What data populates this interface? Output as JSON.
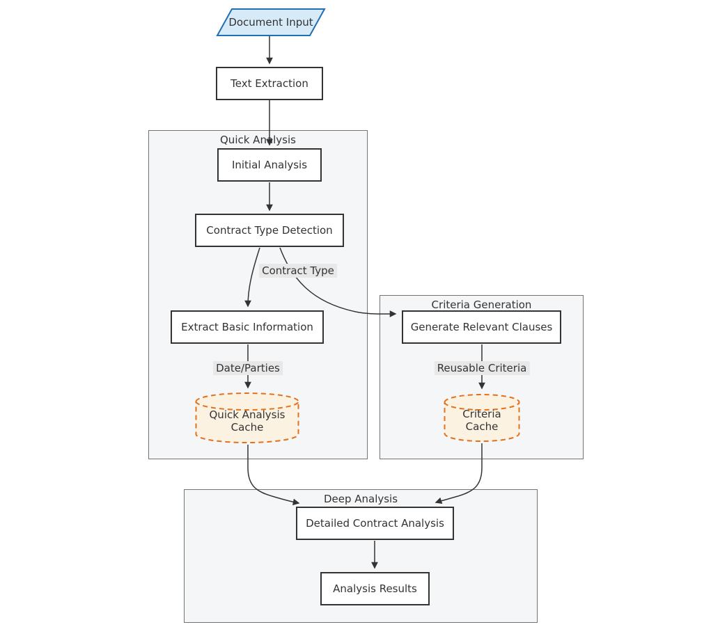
{
  "diagram": {
    "type": "flowchart",
    "nodes": {
      "document_input": {
        "label": "Document Input",
        "shape": "parallelogram"
      },
      "text_extraction": {
        "label": "Text Extraction",
        "shape": "rect"
      },
      "initial_analysis": {
        "label": "Initial Analysis",
        "shape": "rect"
      },
      "contract_type_detection": {
        "label": "Contract Type Detection",
        "shape": "rect"
      },
      "extract_basic_information": {
        "label": "Extract Basic Information",
        "shape": "rect"
      },
      "quick_analysis_cache": {
        "label": "Quick Analysis Cache",
        "shape": "cylinder"
      },
      "generate_relevant_clauses": {
        "label": "Generate Relevant Clauses",
        "shape": "rect"
      },
      "criteria_cache": {
        "label": "Criteria Cache",
        "shape": "cylinder"
      },
      "detailed_contract_analysis": {
        "label": "Detailed Contract Analysis",
        "shape": "rect"
      },
      "analysis_results": {
        "label": "Analysis Results",
        "shape": "rect"
      }
    },
    "subgraphs": {
      "quick_analysis": {
        "title": "Quick Analysis"
      },
      "criteria_generation": {
        "title": "Criteria Generation"
      },
      "deep_analysis": {
        "title": "Deep Analysis"
      }
    },
    "edges": [
      {
        "from": "document_input",
        "to": "text_extraction",
        "label": ""
      },
      {
        "from": "text_extraction",
        "to": "initial_analysis",
        "label": ""
      },
      {
        "from": "initial_analysis",
        "to": "contract_type_detection",
        "label": ""
      },
      {
        "from": "contract_type_detection",
        "to": "extract_basic_information",
        "label": ""
      },
      {
        "from": "contract_type_detection",
        "to": "generate_relevant_clauses",
        "label": "Contract Type"
      },
      {
        "from": "extract_basic_information",
        "to": "quick_analysis_cache",
        "label": "Date/Parties"
      },
      {
        "from": "generate_relevant_clauses",
        "to": "criteria_cache",
        "label": "Reusable Criteria"
      },
      {
        "from": "quick_analysis_cache",
        "to": "detailed_contract_analysis",
        "label": ""
      },
      {
        "from": "criteria_cache",
        "to": "detailed_contract_analysis",
        "label": ""
      },
      {
        "from": "detailed_contract_analysis",
        "to": "analysis_results",
        "label": ""
      }
    ],
    "colors": {
      "node_fill": "#ffffff",
      "node_border": "#333333",
      "input_fill": "#d7eaf8",
      "input_border": "#1f6fb2",
      "cache_fill": "#fcf2e2",
      "cache_border": "#e2711d",
      "subgraph_fill": "#f5f6f8",
      "subgraph_border": "#737373",
      "edge_color": "#333333",
      "edge_label_bg": "#e8e8e8"
    }
  }
}
